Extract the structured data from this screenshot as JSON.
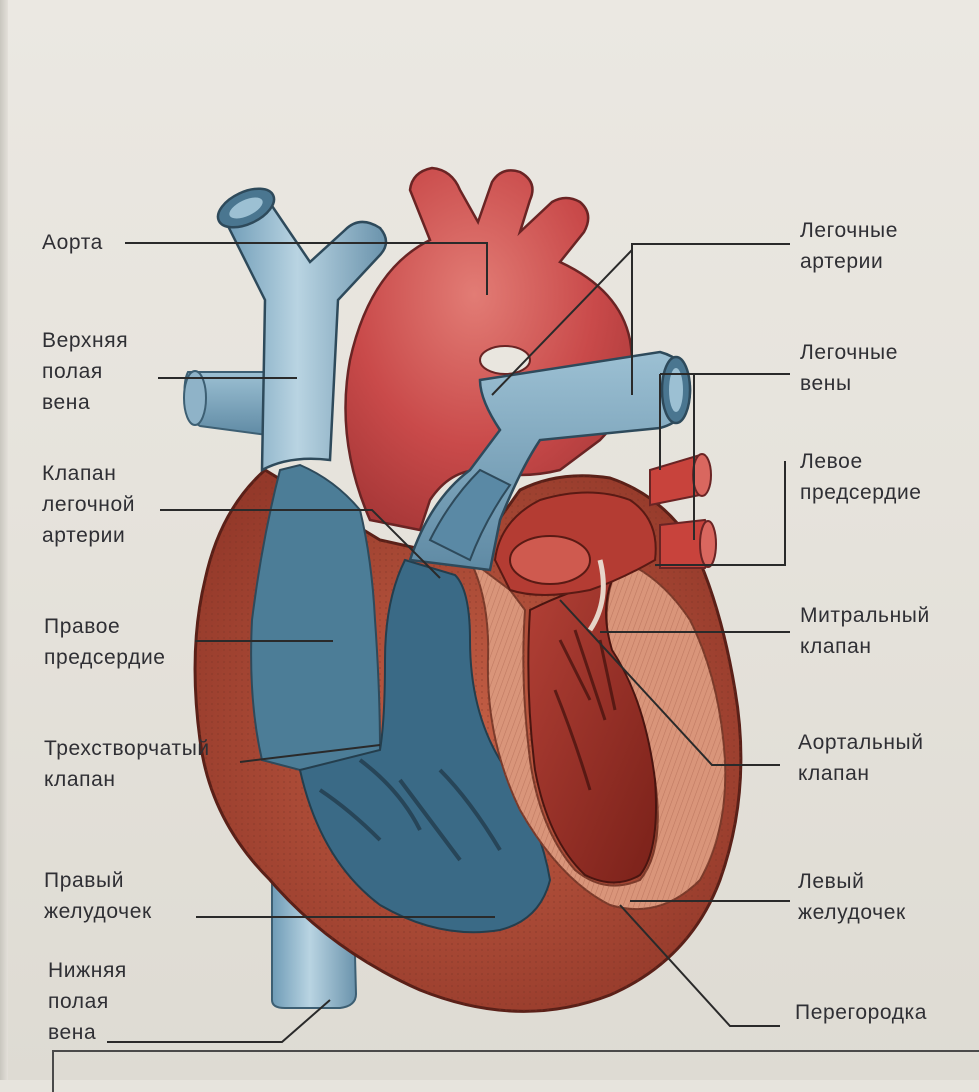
{
  "labels": {
    "aorta": "Аорта",
    "superior_vena_cava": [
      "Верхняя",
      "полая",
      "вена"
    ],
    "pulmonary_valve": [
      "Клапан",
      "легочной",
      "артерии"
    ],
    "right_atrium": [
      "Правое",
      "предсердие"
    ],
    "tricuspid_valve": [
      "Трехстворчатый",
      "клапан"
    ],
    "right_ventricle": [
      "Правый",
      "желудочек"
    ],
    "inferior_vena_cava": [
      "Нижняя",
      "полая",
      "вена"
    ],
    "pulmonary_arteries": [
      "Легочные",
      "артерии"
    ],
    "pulmonary_veins": [
      "Легочные",
      "вены"
    ],
    "left_atrium": [
      "Левое",
      "предсердие"
    ],
    "mitral_valve": [
      "Митральный",
      "клапан"
    ],
    "aortic_valve": [
      "Аортальный",
      "клапан"
    ],
    "left_ventricle": [
      "Левый",
      "желудочек"
    ],
    "septum": "Перегородка"
  },
  "colors": {
    "page_background": "#e7e4dd",
    "text": "#2f2f34",
    "leader_line": "#2a2a2a",
    "oxygenated_red": "#c94a4a",
    "heart_wall_brown": "#a5432e",
    "deoxygenated_blue": "#7fa9c2",
    "ventricle_blue_dark": "#3f6f8c",
    "myocardium_pink": "#d9957a",
    "left_ventricle_dark": "#8e2a22"
  },
  "icons": {
    "heart": "heart-diagram-icon"
  }
}
